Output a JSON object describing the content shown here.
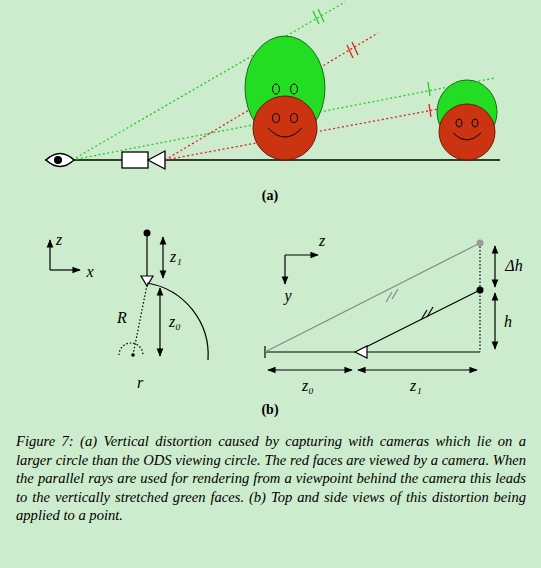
{
  "diagram": {
    "caption": "Figure 7: (a) Vertical distortion caused by capturing with cameras which lie on a larger circle than the ODS viewing circle. The red faces are viewed by a camera. When the parallel rays are used for rendering from a viewpoint behind the camera this leads to the vertically stretched green faces. (b) Top and side views of this distortion being applied to a point.",
    "labels": [
      "(a)",
      "z",
      "x",
      "z₁",
      "R",
      "z₀",
      "r",
      "z",
      "y",
      "Δh",
      "h",
      "z₀",
      "z₁",
      "(b)"
    ]
  }
}
